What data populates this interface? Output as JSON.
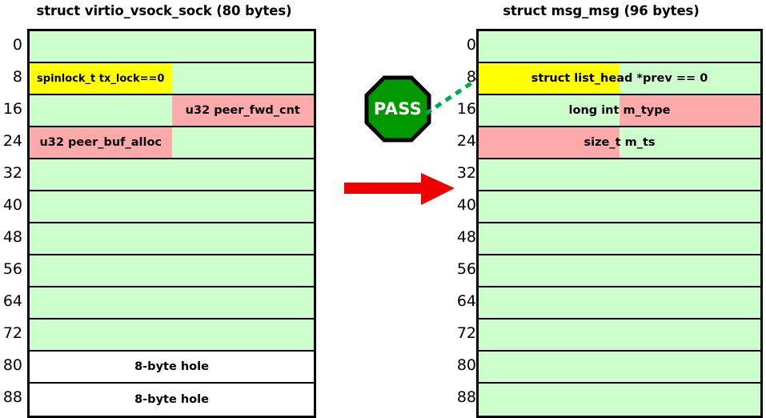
{
  "left_struct": {
    "title": "struct virtio_vsock_sock (80 bytes)",
    "size_bytes": 80,
    "offsets": [
      0,
      8,
      16,
      24,
      32,
      40,
      48,
      56,
      64,
      72,
      80,
      88
    ],
    "rows": [
      {
        "offset": 0,
        "bg": "green",
        "fill": null,
        "fill_color": "",
        "label": "",
        "label_pos": ""
      },
      {
        "offset": 8,
        "bg": "green",
        "fill": "left",
        "fill_color": "yellow",
        "label": "spinlock_t tx_lock==0",
        "label_pos": "half-left"
      },
      {
        "offset": 16,
        "bg": "green",
        "fill": "right",
        "fill_color": "pink",
        "label": "u32 peer_fwd_cnt",
        "label_pos": "half-right"
      },
      {
        "offset": 24,
        "bg": "green",
        "fill": "left",
        "fill_color": "pink",
        "label": "u32 peer_buf_alloc",
        "label_pos": "half-left"
      },
      {
        "offset": 32,
        "bg": "green",
        "fill": null,
        "fill_color": "",
        "label": "",
        "label_pos": ""
      },
      {
        "offset": 40,
        "bg": "green",
        "fill": null,
        "fill_color": "",
        "label": "",
        "label_pos": ""
      },
      {
        "offset": 48,
        "bg": "green",
        "fill": null,
        "fill_color": "",
        "label": "",
        "label_pos": ""
      },
      {
        "offset": 56,
        "bg": "green",
        "fill": null,
        "fill_color": "",
        "label": "",
        "label_pos": ""
      },
      {
        "offset": 64,
        "bg": "green",
        "fill": null,
        "fill_color": "",
        "label": "",
        "label_pos": ""
      },
      {
        "offset": 72,
        "bg": "green",
        "fill": null,
        "fill_color": "",
        "label": "",
        "label_pos": ""
      },
      {
        "offset": 80,
        "bg": "white",
        "fill": null,
        "fill_color": "",
        "label": "8-byte hole",
        "label_pos": "full"
      },
      {
        "offset": 88,
        "bg": "white",
        "fill": null,
        "fill_color": "",
        "label": "8-byte hole",
        "label_pos": "full"
      }
    ]
  },
  "right_struct": {
    "title": "struct msg_msg (96 bytes)",
    "size_bytes": 96,
    "offsets": [
      0,
      8,
      16,
      24,
      32,
      40,
      48,
      56,
      64,
      72,
      80,
      88
    ],
    "rows": [
      {
        "offset": 0,
        "bg": "green",
        "fill": null,
        "fill_color": "",
        "label": "",
        "label_pos": ""
      },
      {
        "offset": 8,
        "bg": "green",
        "fill": "left",
        "fill_color": "yellow",
        "label": "struct list_head *prev == 0",
        "label_pos": "full"
      },
      {
        "offset": 16,
        "bg": "green",
        "fill": "right",
        "fill_color": "pink",
        "label": "long int m_type",
        "label_pos": "full"
      },
      {
        "offset": 24,
        "bg": "green",
        "fill": "left",
        "fill_color": "pink",
        "label": "size_t m_ts",
        "label_pos": "full"
      },
      {
        "offset": 32,
        "bg": "green",
        "fill": null,
        "fill_color": "",
        "label": "",
        "label_pos": ""
      },
      {
        "offset": 40,
        "bg": "green",
        "fill": null,
        "fill_color": "",
        "label": "",
        "label_pos": ""
      },
      {
        "offset": 48,
        "bg": "green",
        "fill": null,
        "fill_color": "",
        "label": "",
        "label_pos": ""
      },
      {
        "offset": 56,
        "bg": "green",
        "fill": null,
        "fill_color": "",
        "label": "",
        "label_pos": ""
      },
      {
        "offset": 64,
        "bg": "green",
        "fill": null,
        "fill_color": "",
        "label": "",
        "label_pos": ""
      },
      {
        "offset": 72,
        "bg": "green",
        "fill": null,
        "fill_color": "",
        "label": "",
        "label_pos": ""
      },
      {
        "offset": 80,
        "bg": "green",
        "fill": null,
        "fill_color": "",
        "label": "",
        "label_pos": ""
      },
      {
        "offset": 88,
        "bg": "green",
        "fill": null,
        "fill_color": "",
        "label": "",
        "label_pos": ""
      }
    ]
  },
  "verdict_badge": {
    "label": "PASS",
    "shape": "octagon",
    "fill_color": "#009900",
    "border_color": "#000000",
    "text_color": "#ffffff"
  },
  "connector": {
    "style": "dashed",
    "color": "#00aa44",
    "from": "verdict-badge",
    "to": "right-struct-row-8"
  },
  "transform_arrow": {
    "color": "#ee0000",
    "direction": "right"
  },
  "colors": {
    "green_cell": "#ccffcc",
    "yellow_cell": "#ffff00",
    "pink_cell": "#ffaaaa",
    "hole_cell": "#ffffff",
    "border": "#000000",
    "badge_green": "#009900",
    "arrow_red": "#ee0000",
    "connector_green": "#00aa44"
  }
}
